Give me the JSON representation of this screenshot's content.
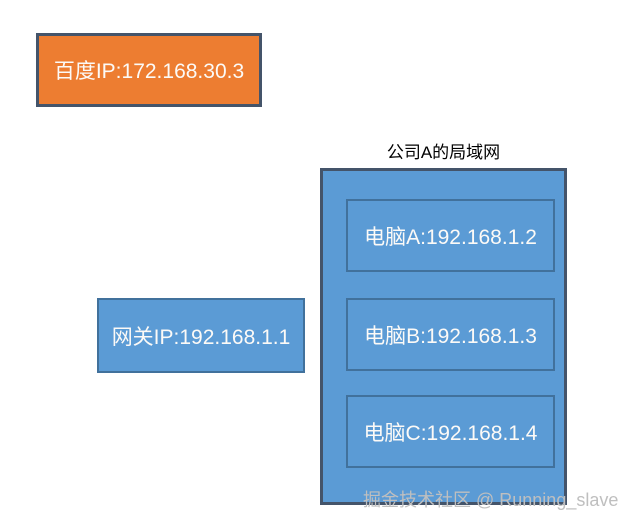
{
  "colors": {
    "page_bg": "#FFFFFF",
    "orange_fill": "#ED7D31",
    "blue_fill": "#5B9BD5",
    "blue_border": "#41719C",
    "dark_border": "#44546A",
    "box_text": "#FCFAF7",
    "title_text": "#000000",
    "watermark_color": "#BFBFBF"
  },
  "diagram": {
    "baidu_box": {
      "label": "百度IP:172.168.30.3"
    },
    "gateway_box": {
      "label": "网关IP:192.168.1.1"
    },
    "lan": {
      "title": "公司A的局域网",
      "computers": [
        {
          "label": "电脑A:192.168.1.2"
        },
        {
          "label": "电脑B:192.168.1.3"
        },
        {
          "label": "电脑C:192.168.1.4"
        }
      ]
    }
  },
  "watermark": {
    "text": "掘金技术社区 @ Running_slave"
  }
}
